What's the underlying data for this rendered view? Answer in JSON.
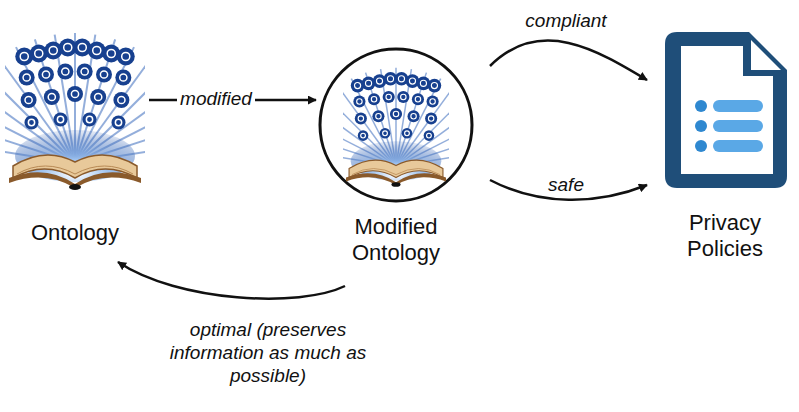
{
  "diagram": {
    "nodes": [
      {
        "text": [
          "Ontology"
        ]
      },
      {
        "text": [
          "Modified Ontology"
        ]
      },
      {
        "text": [
          "Privacy Policies"
        ]
      }
    ],
    "edges": [
      {
        "from": 0,
        "to": 1,
        "arrow": "to",
        "label": "modified"
      },
      {
        "from": 1,
        "to": 2,
        "arrow": "to",
        "label": "compliant"
      },
      {
        "from": 1,
        "to": 2,
        "arrow": "to",
        "label": "safe"
      },
      {
        "from": 1,
        "to": 0,
        "arrow": "to",
        "label": "optimal (preserves information as much as possible)"
      }
    ]
  }
}
